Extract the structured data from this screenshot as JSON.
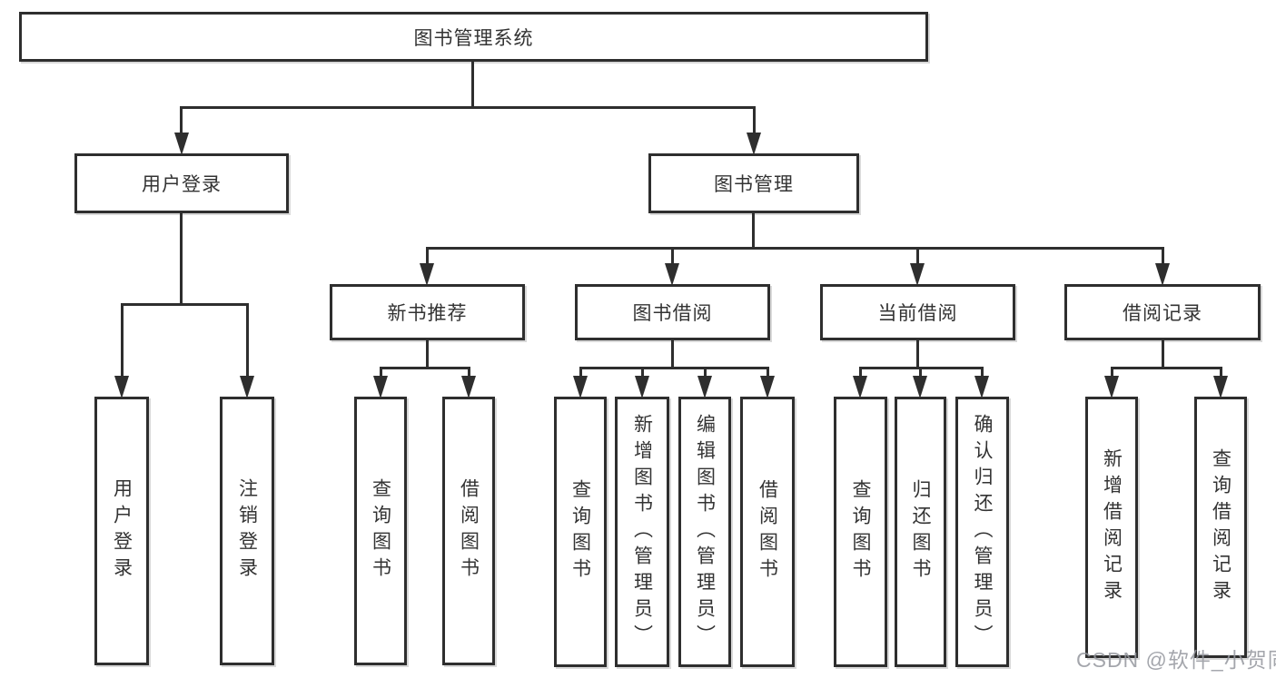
{
  "diagram": {
    "tree": {
      "label": "图书管理系统",
      "children": [
        {
          "label": "用户登录",
          "children": [
            {
              "label": "用户登录"
            },
            {
              "label": "注销登录"
            }
          ]
        },
        {
          "label": "图书管理",
          "children": [
            {
              "label": "新书推荐",
              "children": [
                {
                  "label": "查询图书"
                },
                {
                  "label": "借阅图书"
                }
              ]
            },
            {
              "label": "图书借阅",
              "children": [
                {
                  "label": "查询图书"
                },
                {
                  "label": "新增图书（管理员）"
                },
                {
                  "label": "编辑图书（管理员）"
                },
                {
                  "label": "借阅图书"
                }
              ]
            },
            {
              "label": "当前借阅",
              "children": [
                {
                  "label": "查询图书"
                },
                {
                  "label": "归还图书"
                },
                {
                  "label": "确认归还（管理员）"
                }
              ]
            },
            {
              "label": "借阅记录",
              "children": [
                {
                  "label": "新增借阅记录"
                },
                {
                  "label": "查询借阅记录"
                }
              ]
            }
          ]
        }
      ]
    },
    "watermark": "CSDN @软件_小贺同学",
    "colors": {
      "line": "#2e2e2e",
      "text": "#333333",
      "background": "#ffffff",
      "watermark": "#94969e"
    }
  }
}
